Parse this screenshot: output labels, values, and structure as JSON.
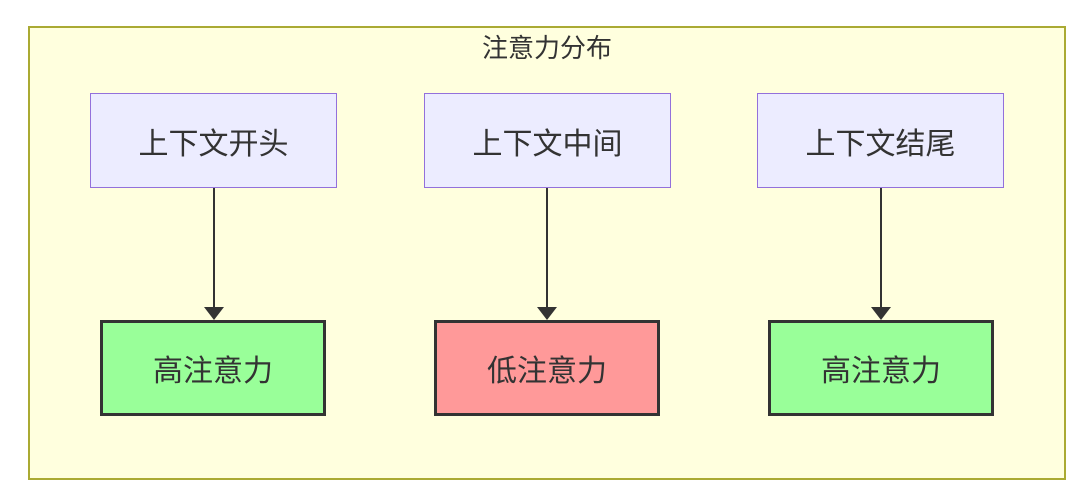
{
  "diagram": {
    "title": "注意力分布",
    "type": "flowchart",
    "colors": {
      "canvas_bg": "#ffffde",
      "canvas_border": "#aaaa33",
      "source_node_bg": "#ececff",
      "source_node_border": "#9370db",
      "high_attention_bg": "#99ff99",
      "low_attention_bg": "#ff9999",
      "result_node_border": "#333333",
      "arrow": "#333333",
      "text": "#333333"
    },
    "columns": [
      {
        "source": "上下文开头",
        "result": "高注意力",
        "level": "high"
      },
      {
        "source": "上下文中间",
        "result": "低注意力",
        "level": "low"
      },
      {
        "source": "上下文结尾",
        "result": "高注意力",
        "level": "high"
      }
    ]
  }
}
